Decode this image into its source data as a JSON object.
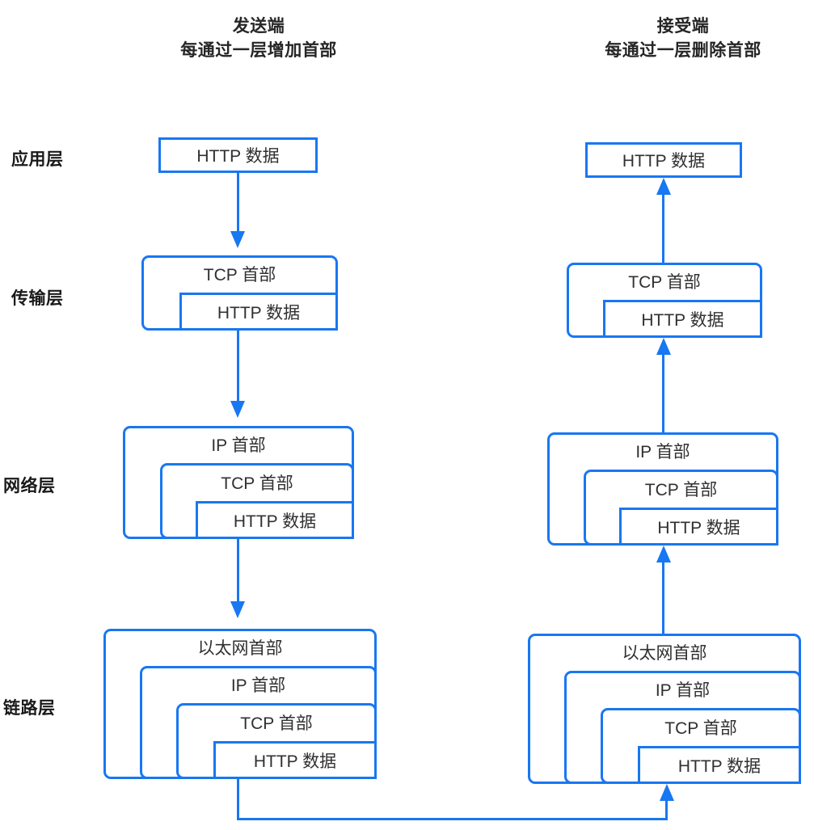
{
  "diagram": {
    "title_sender": "发送端\n每通过一层增加首部",
    "title_receiver": "接受端\n每通过一层删除首部",
    "accent_color": "#1877f2",
    "text_color": "#303030",
    "label_color": "#1a1a1a",
    "background": "#ffffff"
  },
  "layers": [
    {
      "name": "application",
      "label": "应用层"
    },
    {
      "name": "transport",
      "label": "传输层"
    },
    {
      "name": "network",
      "label": "网络层"
    },
    {
      "name": "link",
      "label": "链路层"
    }
  ],
  "packet_labels": {
    "http_data": "HTTP 数据",
    "tcp_header": "TCP 首部",
    "ip_header": "IP 首部",
    "ethernet_header": "以太网首部"
  },
  "sender": {
    "application": {
      "boxes": [
        "HTTP 数据"
      ]
    },
    "transport": {
      "boxes": [
        "TCP 首部",
        "HTTP 数据"
      ]
    },
    "network": {
      "boxes": [
        "IP 首部",
        "TCP 首部",
        "HTTP 数据"
      ]
    },
    "link": {
      "boxes": [
        "以太网首部",
        "IP 首部",
        "TCP 首部",
        "HTTP 数据"
      ]
    }
  },
  "receiver": {
    "application": {
      "boxes": [
        "HTTP 数据"
      ]
    },
    "transport": {
      "boxes": [
        "TCP 首部",
        "HTTP 数据"
      ]
    },
    "network": {
      "boxes": [
        "IP 首部",
        "TCP 首部",
        "HTTP 数据"
      ]
    },
    "link": {
      "boxes": [
        "以太网首部",
        "IP 首部",
        "TCP 首部",
        "HTTP 数据"
      ]
    }
  },
  "flow": {
    "sender_direction": "down",
    "receiver_direction": "up",
    "bottom_link": "sender-link-layer to receiver-link-layer"
  }
}
